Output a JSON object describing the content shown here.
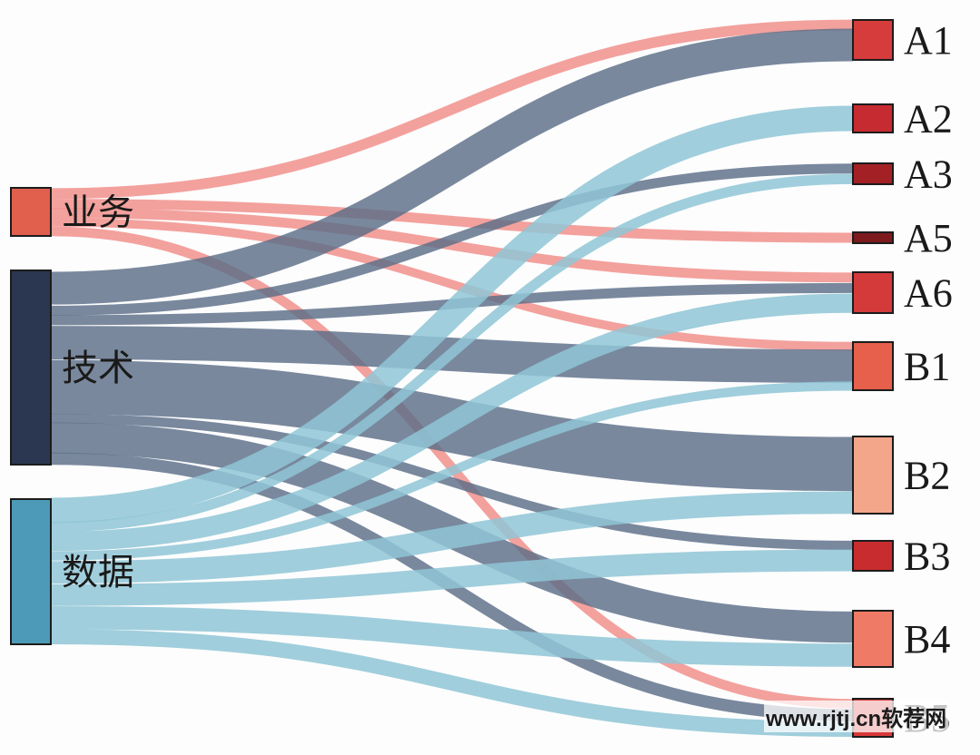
{
  "chart_data": {
    "type": "sankey",
    "sources": [
      {
        "id": "biz",
        "label": "业务",
        "color": "#e0604d"
      },
      {
        "id": "tech",
        "label": "技术",
        "color": "#2b3650"
      },
      {
        "id": "data",
        "label": "数据",
        "color": "#4d9ab8"
      }
    ],
    "targets": [
      {
        "id": "A1",
        "label": "A1",
        "color": "#d63c3c"
      },
      {
        "id": "A2",
        "label": "A2",
        "color": "#c52b30"
      },
      {
        "id": "A3",
        "label": "A3",
        "color": "#a32025"
      },
      {
        "id": "A5",
        "label": "A5",
        "color": "#7d1a1e"
      },
      {
        "id": "A6",
        "label": "A6",
        "color": "#d43a3a"
      },
      {
        "id": "B1",
        "label": "B1",
        "color": "#e6604c"
      },
      {
        "id": "B2",
        "label": "B2",
        "color": "#f4a68a"
      },
      {
        "id": "B3",
        "label": "B3",
        "color": "#c82c2e"
      },
      {
        "id": "B4",
        "label": "B4",
        "color": "#ef7a66"
      },
      {
        "id": "B5",
        "label": "B5",
        "color": "#d8393a"
      }
    ],
    "link_colors": {
      "biz": "#f08c88",
      "tech": "#5b6e88",
      "data": "#8fc5d6"
    },
    "links": [
      {
        "source": "biz",
        "target": "A1",
        "value": 1.0
      },
      {
        "source": "biz",
        "target": "A5",
        "value": 0.8
      },
      {
        "source": "biz",
        "target": "A6",
        "value": 0.8
      },
      {
        "source": "biz",
        "target": "B1",
        "value": 0.8
      },
      {
        "source": "biz",
        "target": "B5",
        "value": 0.8
      },
      {
        "source": "tech",
        "target": "A1",
        "value": 3.0
      },
      {
        "source": "tech",
        "target": "B1",
        "value": 3.0
      },
      {
        "source": "tech",
        "target": "B2",
        "value": 4.5
      },
      {
        "source": "tech",
        "target": "B4",
        "value": 2.5
      },
      {
        "source": "tech",
        "target": "A6",
        "value": 0.8
      },
      {
        "source": "tech",
        "target": "A3",
        "value": 0.8
      },
      {
        "source": "tech",
        "target": "B3",
        "value": 0.8
      },
      {
        "source": "tech",
        "target": "B5",
        "value": 1.0
      },
      {
        "source": "data",
        "target": "B1",
        "value": 0.8
      },
      {
        "source": "data",
        "target": "A2",
        "value": 1.8
      },
      {
        "source": "data",
        "target": "B2",
        "value": 1.8
      },
      {
        "source": "data",
        "target": "A3",
        "value": 0.8
      },
      {
        "source": "data",
        "target": "A6",
        "value": 1.5
      },
      {
        "source": "data",
        "target": "B3",
        "value": 1.8
      },
      {
        "source": "data",
        "target": "B4",
        "value": 1.8
      },
      {
        "source": "data",
        "target": "B5",
        "value": 1.2
      }
    ]
  },
  "watermark": "www.rjtj.cn软荐网"
}
